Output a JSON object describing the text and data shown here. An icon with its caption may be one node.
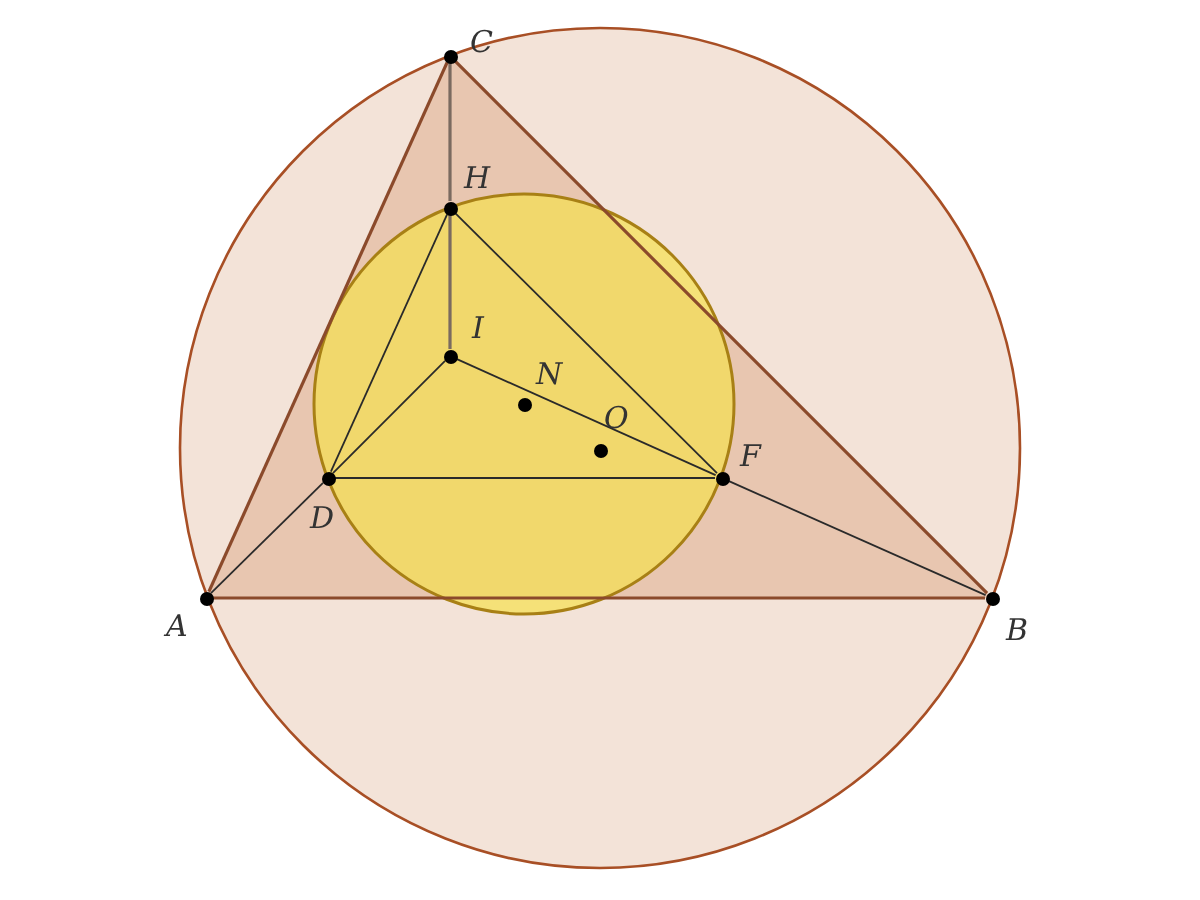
{
  "diagram": {
    "nodes": [
      {
        "text": [
          "C"
        ]
      },
      {
        "text": [
          "H"
        ]
      },
      {
        "text": [
          "I"
        ]
      },
      {
        "text": [
          "N"
        ]
      },
      {
        "text": [
          "O"
        ]
      },
      {
        "text": [
          "F"
        ]
      },
      {
        "text": [
          "D"
        ]
      },
      {
        "text": [
          "A"
        ]
      },
      {
        "text": [
          "B"
        ]
      }
    ],
    "edges": [
      {
        "from": 7,
        "to": 8,
        "arrow": "none",
        "color": "#8b4a2b"
      },
      {
        "from": 8,
        "to": 0,
        "arrow": "none",
        "color": "#8b4a2b"
      },
      {
        "from": 0,
        "to": 7,
        "arrow": "none",
        "color": "#8b4a2b"
      },
      {
        "from": 0,
        "to": 1,
        "arrow": "none",
        "color": "#7a6a60"
      },
      {
        "from": 1,
        "to": 2,
        "arrow": "none",
        "color": "#7a6a60"
      },
      {
        "from": 1,
        "to": 6,
        "arrow": "none"
      },
      {
        "from": 1,
        "to": 5,
        "arrow": "none"
      },
      {
        "from": 2,
        "to": 6,
        "arrow": "none"
      },
      {
        "from": 2,
        "to": 5,
        "arrow": "none"
      },
      {
        "from": 6,
        "to": 5,
        "arrow": "none"
      },
      {
        "from": 7,
        "to": 6,
        "arrow": "none"
      },
      {
        "from": 5,
        "to": 8,
        "arrow": "none"
      }
    ]
  }
}
